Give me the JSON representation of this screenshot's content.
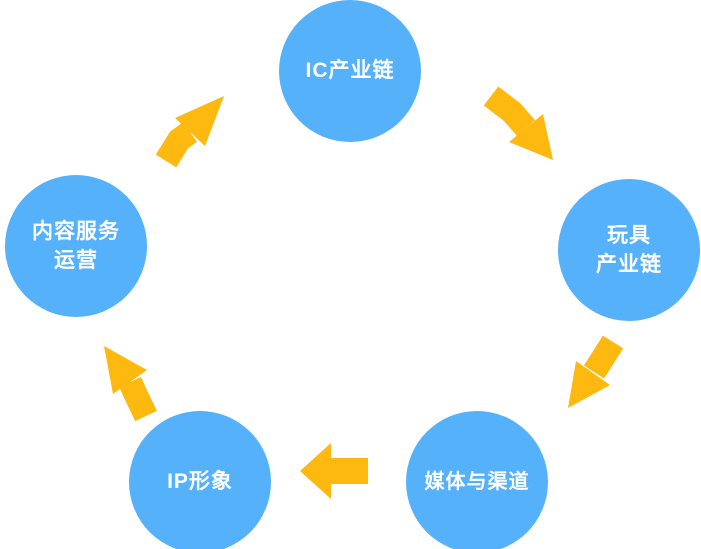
{
  "diagram": {
    "title": "circular-industry-chain-cycle",
    "colors": {
      "node": "#55B1FA",
      "arrow": "#FDB90F",
      "label": "#FFFFFF",
      "background": "#FFFFFF"
    },
    "nodes": [
      {
        "id": "ic-industry-chain",
        "position": "top",
        "lines": [
          "IC产业链"
        ]
      },
      {
        "id": "toy-industry-chain",
        "position": "right",
        "lines": [
          "玩具",
          "产业链"
        ]
      },
      {
        "id": "media-and-channels",
        "position": "bottom-right",
        "lines": [
          "媒体与渠道"
        ]
      },
      {
        "id": "ip-image",
        "position": "bottom-left",
        "lines": [
          "IP形象"
        ]
      },
      {
        "id": "content-service-operation",
        "position": "left",
        "lines": [
          "内容服务",
          "运营"
        ]
      }
    ],
    "arrows": [
      {
        "name": "arrow-content-service-to-ic",
        "direction": "up-right"
      },
      {
        "name": "arrow-ic-to-toy",
        "direction": "down-right"
      },
      {
        "name": "arrow-toy-to-media",
        "direction": "down-left"
      },
      {
        "name": "arrow-media-to-ip",
        "direction": "left"
      },
      {
        "name": "arrow-ip-to-content-service",
        "direction": "up-left"
      }
    ]
  }
}
